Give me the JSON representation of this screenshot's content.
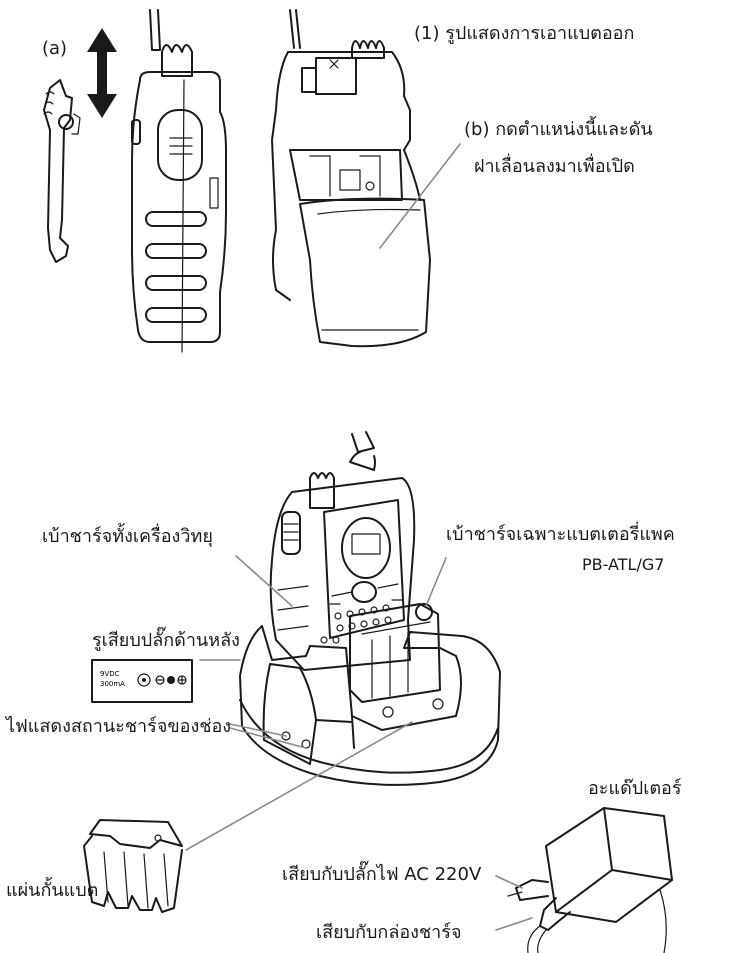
{
  "labels": {
    "a": "(a)",
    "fig1": "(1) รูปแสดงการเอาแบตออก",
    "b_line1": "(b)  กดตำแหน่งนี้และดัน",
    "b_line2": "ฝาเลื่อนลงมาเพื่อเปิด",
    "whole_radio_charger": "เบ้าชาร์จทั้งเครื่องวิทยุ",
    "battery_pack_charger": "เบ้าชาร์จเฉพาะแบตเตอรี่แพค",
    "battery_model": "PB-ATL/G7",
    "rear_jack": "รูเสียบปลั๊กด้านหลัง",
    "status_led": "ไฟแสดงสถานะชาร์จของช่อง",
    "adapter": "อะแด๊ปเตอร์",
    "ac_plug": "เสียบกับปลั๊กไฟ AC 220V",
    "to_charger": "เสียบกับกล่องชาร์จ",
    "spacer": "แผ่นกั้นแบต"
  },
  "jack_plate": {
    "line1": "9VDC",
    "line2": "300mA"
  },
  "icons": [
    "up-down-arrow-icon",
    "belt-clip-icon",
    "radio-side-icon",
    "radio-back-icon",
    "charger-base-icon",
    "battery-spacer-icon",
    "ac-adapter-icon",
    "dc-jack-icon"
  ]
}
